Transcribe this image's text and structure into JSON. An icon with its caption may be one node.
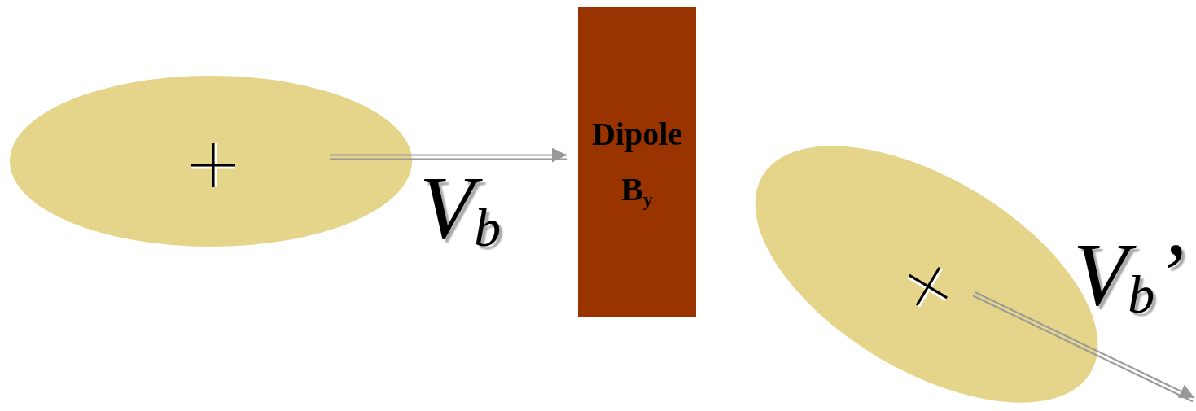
{
  "diagram": {
    "nodes": [
      {
        "text": [],
        "shape": "ellipse"
      },
      {
        "text": [
          "Dipole B$_{y}$"
        ]
      },
      {
        "text": [],
        "shape": "ellipse"
      }
    ],
    "edges": [
      {
        "from": 0,
        "to": 1,
        "arrow": "to",
        "label": "V$_{b}$"
      },
      {
        "from": 2,
        "to": null,
        "arrow": "to",
        "label": "V$_{b}$’"
      }
    ]
  }
}
